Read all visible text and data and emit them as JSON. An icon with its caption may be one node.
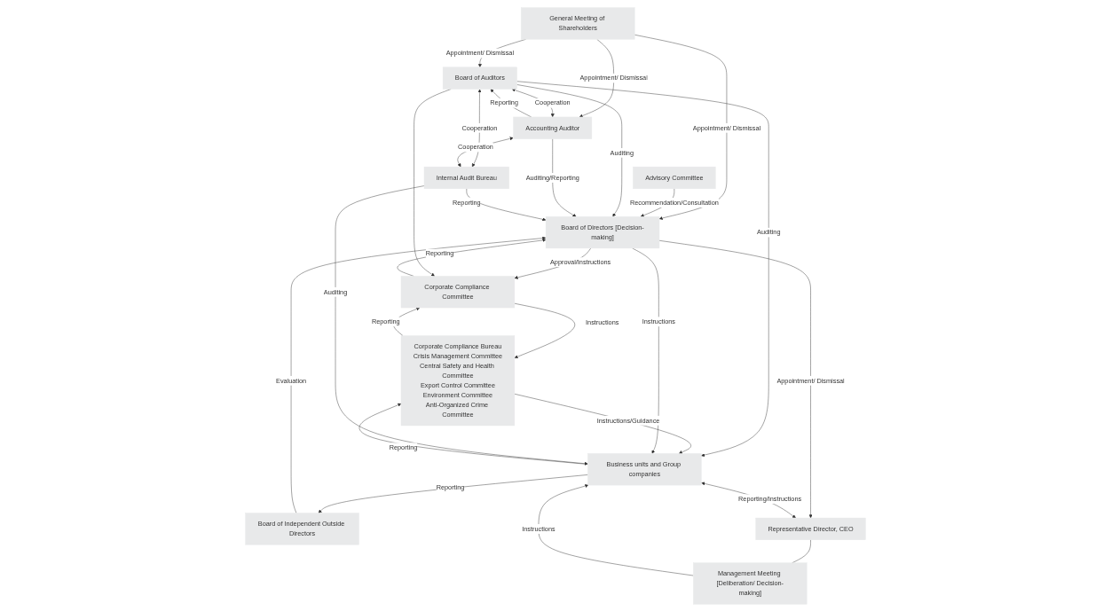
{
  "diagram": {
    "nodes": [
      {
        "text": [
          "General Meeting of Shareholders"
        ]
      },
      {
        "text": [
          "Advisory Committee"
        ]
      },
      {
        "text": [
          "Board of Independent Outside Directors"
        ]
      },
      {
        "text": [
          "Board of Directors [Decision-making]"
        ]
      },
      {
        "text": [
          "Board of Auditors"
        ]
      },
      {
        "text": [
          "Corporate Compliance Committee"
        ]
      },
      {
        "text": [
          "Representative Director, CEO"
        ]
      },
      {
        "text": [
          "Accounting Auditor"
        ]
      },
      {
        "text": [
          "Corporate Compliance Bureau",
          "Crisis Management Committee",
          "Central Safety and Health Committee",
          "Export Control Committee",
          "Environment Committee",
          "Anti-Organized Crime Committee"
        ]
      },
      {
        "text": [
          "Management Meeting [Deliberation/ Decision-making]"
        ]
      },
      {
        "text": [
          "Internal Audit Bureau"
        ]
      },
      {
        "text": [
          "Business units and Group companies"
        ]
      }
    ],
    "edges": [
      {
        "from": 0,
        "to": 3,
        "arrow": "to",
        "label": "Appointment/ Dismissal"
      },
      {
        "from": 0,
        "to": 4,
        "arrow": "to",
        "label": "Appointment/ Dismissal"
      },
      {
        "from": 0,
        "to": 7,
        "arrow": "to",
        "label": "Appointment/ Dismissal"
      },
      {
        "from": 1,
        "to": 3,
        "arrow": "to",
        "label": "Recommendation/Consultation"
      },
      {
        "from": 2,
        "to": 3,
        "arrow": "to",
        "label": "Evaluation"
      },
      {
        "from": 11,
        "to": 2,
        "arrow": "to",
        "label": "Reporting"
      },
      {
        "from": 5,
        "to": 3,
        "arrow": "to",
        "label": "Reporting"
      },
      {
        "from": 3,
        "to": 5,
        "arrow": "to",
        "label": "Approval/Instructions"
      },
      {
        "from": 4,
        "to": 3,
        "arrow": "to",
        "label": "Auditing"
      },
      {
        "from": 4,
        "to": 5,
        "arrow": "to"
      },
      {
        "from": 4,
        "to": 11,
        "arrow": "to",
        "label": "Auditing"
      },
      {
        "from": 3,
        "to": 6,
        "arrow": "to",
        "label": "Appointment/ Dismissal"
      },
      {
        "from": 7,
        "to": 3,
        "arrow": "to",
        "label": "Auditing/Reporting"
      },
      {
        "from": 7,
        "to": 4,
        "arrow": "to",
        "label": "Reporting"
      },
      {
        "from": 4,
        "to": 7,
        "arrow": "both",
        "label": "Cooperation"
      },
      {
        "from": 4,
        "to": 10,
        "arrow": "both",
        "label": "Cooperation"
      },
      {
        "from": 5,
        "to": 8,
        "arrow": "to",
        "label": "Instructions"
      },
      {
        "from": 8,
        "to": 5,
        "arrow": "to",
        "label": "Reporting"
      },
      {
        "from": 6,
        "to": 9,
        "arrow": "none"
      },
      {
        "from": 7,
        "to": 10,
        "arrow": "both",
        "label": "Cooperation"
      },
      {
        "from": 10,
        "to": 3,
        "arrow": "to",
        "label": "Reporting"
      },
      {
        "from": 8,
        "to": 11,
        "arrow": "to",
        "label": "Instructions/Guidance"
      },
      {
        "from": 11,
        "to": 8,
        "arrow": "to",
        "label": "Reporting"
      },
      {
        "from": 3,
        "to": 11,
        "arrow": "to",
        "label": "Instructions"
      },
      {
        "from": 9,
        "to": 11,
        "arrow": "to",
        "label": "Instructions"
      },
      {
        "from": 11,
        "to": 6,
        "arrow": "both",
        "label": "Reporting/Instructions"
      },
      {
        "from": 10,
        "to": 11,
        "arrow": "to",
        "label": "Auditing"
      }
    ]
  }
}
